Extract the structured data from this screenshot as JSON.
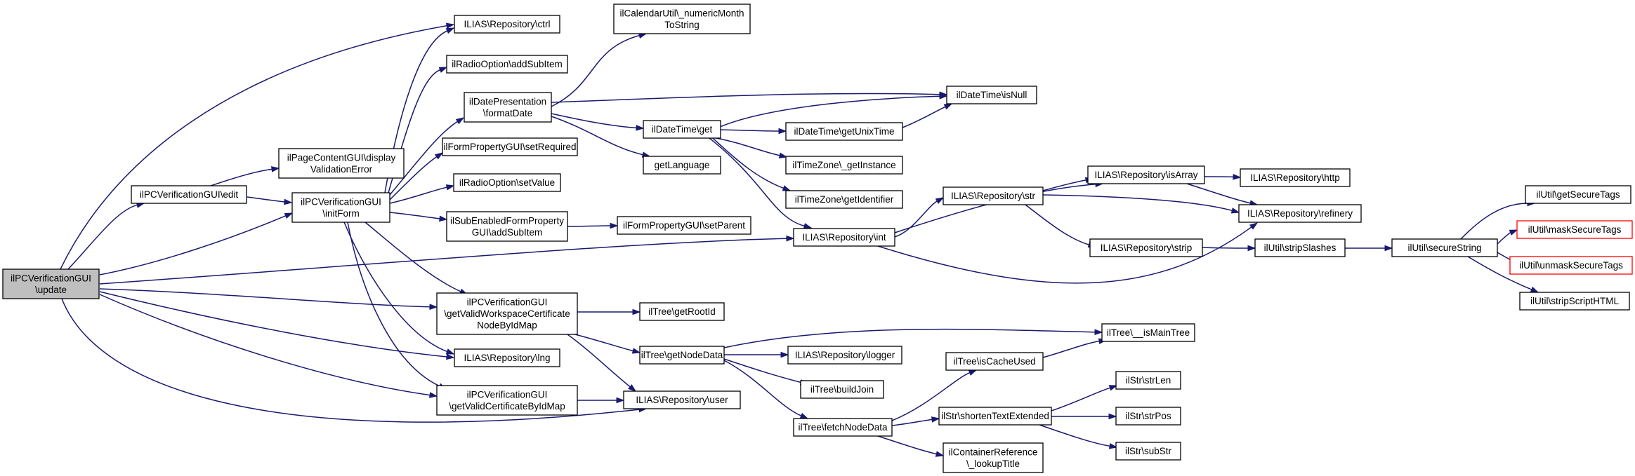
{
  "diagram": {
    "type": "call-graph",
    "edge_color": "#191970",
    "root_fill": "#bfbfbf",
    "missing_border": "#ff0000",
    "nodes": [
      {
        "id": "update",
        "lines": [
          "ilPCVerificationGUI",
          "\\update"
        ],
        "style": "root"
      },
      {
        "id": "edit",
        "lines": [
          "ilPCVerificationGUI\\edit"
        ]
      },
      {
        "id": "initForm",
        "lines": [
          "ilPCVerificationGUI",
          "\\initForm"
        ]
      },
      {
        "id": "displayValidationError",
        "lines": [
          "ilPageContentGUI\\display",
          "ValidationError"
        ]
      },
      {
        "id": "ctrl",
        "lines": [
          "ILIAS\\Repository\\ctrl"
        ]
      },
      {
        "id": "radioAddSubItem",
        "lines": [
          "ilRadioOption\\addSubItem"
        ]
      },
      {
        "id": "formatDate",
        "lines": [
          "ilDatePresentation",
          "\\formatDate"
        ]
      },
      {
        "id": "setRequired",
        "lines": [
          "ilFormPropertyGUI\\setRequired"
        ]
      },
      {
        "id": "setValue",
        "lines": [
          "ilRadioOption\\setValue"
        ]
      },
      {
        "id": "subEnabledAddSubItem",
        "lines": [
          "ilSubEnabledFormProperty",
          "GUI\\addSubItem"
        ]
      },
      {
        "id": "getValidWorkspace",
        "lines": [
          "ilPCVerificationGUI",
          "\\getValidWorkspaceCertificate",
          "NodeByIdMap"
        ]
      },
      {
        "id": "lng",
        "lines": [
          "ILIAS\\Repository\\lng"
        ]
      },
      {
        "id": "getValidCertificate",
        "lines": [
          "ilPCVerificationGUI",
          "\\getValidCertificateByIdMap"
        ]
      },
      {
        "id": "numericMonth",
        "lines": [
          "ilCalendarUtil\\_numericMonth",
          "ToString"
        ]
      },
      {
        "id": "dtGet",
        "lines": [
          "ilDateTime\\get"
        ]
      },
      {
        "id": "getLanguage",
        "lines": [
          "getLanguage"
        ]
      },
      {
        "id": "setParent",
        "lines": [
          "ilFormPropertyGUI\\setParent"
        ]
      },
      {
        "id": "getRootId",
        "lines": [
          "ilTree\\getRootId"
        ]
      },
      {
        "id": "getNodeData",
        "lines": [
          "ilTree\\getNodeData"
        ]
      },
      {
        "id": "user",
        "lines": [
          "ILIAS\\Repository\\user"
        ]
      },
      {
        "id": "isNull",
        "lines": [
          "ilDateTime\\isNull"
        ]
      },
      {
        "id": "getUnixTime",
        "lines": [
          "ilDateTime\\getUnixTime"
        ]
      },
      {
        "id": "getInstance",
        "lines": [
          "ilTimeZone\\_getInstance"
        ]
      },
      {
        "id": "getIdentifier",
        "lines": [
          "ilTimeZone\\getIdentifier"
        ]
      },
      {
        "id": "int",
        "lines": [
          "ILIAS\\Repository\\int"
        ]
      },
      {
        "id": "logger",
        "lines": [
          "ILIAS\\Repository\\logger"
        ]
      },
      {
        "id": "buildJoin",
        "lines": [
          "ilTree\\buildJoin"
        ]
      },
      {
        "id": "fetchNodeData",
        "lines": [
          "ilTree\\fetchNodeData"
        ]
      },
      {
        "id": "isArray",
        "lines": [
          "ILIAS\\Repository\\isArray"
        ]
      },
      {
        "id": "str",
        "lines": [
          "ILIAS\\Repository\\str"
        ]
      },
      {
        "id": "strip",
        "lines": [
          "ILIAS\\Repository\\strip"
        ]
      },
      {
        "id": "isCacheUsed",
        "lines": [
          "ilTree\\isCacheUsed"
        ]
      },
      {
        "id": "shortenText",
        "lines": [
          "ilStr\\shortenTextExtended"
        ]
      },
      {
        "id": "lookupTitle",
        "lines": [
          "ilContainerReference",
          "\\_lookupTitle"
        ]
      },
      {
        "id": "http",
        "lines": [
          "ILIAS\\Repository\\http"
        ]
      },
      {
        "id": "refinery",
        "lines": [
          "ILIAS\\Repository\\refinery"
        ]
      },
      {
        "id": "stripSlashes",
        "lines": [
          "ilUtil\\stripSlashes"
        ]
      },
      {
        "id": "isMainTree",
        "lines": [
          "ilTree\\__isMainTree"
        ]
      },
      {
        "id": "strLen",
        "lines": [
          "ilStr\\strLen"
        ]
      },
      {
        "id": "strPos",
        "lines": [
          "ilStr\\strPos"
        ]
      },
      {
        "id": "subStr",
        "lines": [
          "ilStr\\subStr"
        ]
      },
      {
        "id": "secureString",
        "lines": [
          "ilUtil\\secureString"
        ]
      },
      {
        "id": "getSecureTags",
        "lines": [
          "ilUtil\\getSecureTags"
        ]
      },
      {
        "id": "maskSecureTags",
        "lines": [
          "ilUtil\\maskSecureTags"
        ],
        "style": "missing"
      },
      {
        "id": "unmaskSecureTags",
        "lines": [
          "ilUtil\\unmaskSecureTags"
        ],
        "style": "missing"
      },
      {
        "id": "stripScriptHTML",
        "lines": [
          "ilUtil\\stripScriptHTML"
        ]
      }
    ],
    "edges": [
      [
        "update",
        "edit"
      ],
      [
        "update",
        "initForm"
      ],
      [
        "update",
        "ctrl"
      ],
      [
        "update",
        "int"
      ],
      [
        "update",
        "getValidWorkspace"
      ],
      [
        "update",
        "lng"
      ],
      [
        "update",
        "getValidCertificate"
      ],
      [
        "update",
        "user"
      ],
      [
        "edit",
        "initForm"
      ],
      [
        "edit",
        "displayValidationError"
      ],
      [
        "initForm",
        "ctrl"
      ],
      [
        "initForm",
        "radioAddSubItem"
      ],
      [
        "initForm",
        "formatDate"
      ],
      [
        "initForm",
        "setRequired"
      ],
      [
        "initForm",
        "setValue"
      ],
      [
        "initForm",
        "subEnabledAddSubItem"
      ],
      [
        "initForm",
        "getValidWorkspace"
      ],
      [
        "initForm",
        "lng"
      ],
      [
        "initForm",
        "getValidCertificate"
      ],
      [
        "formatDate",
        "numericMonth"
      ],
      [
        "formatDate",
        "isNull"
      ],
      [
        "formatDate",
        "dtGet"
      ],
      [
        "formatDate",
        "getLanguage"
      ],
      [
        "dtGet",
        "isNull"
      ],
      [
        "dtGet",
        "getUnixTime"
      ],
      [
        "dtGet",
        "getInstance"
      ],
      [
        "dtGet",
        "getIdentifier"
      ],
      [
        "dtGet",
        "int"
      ],
      [
        "getUnixTime",
        "isNull"
      ],
      [
        "subEnabledAddSubItem",
        "setParent"
      ],
      [
        "getValidWorkspace",
        "getRootId"
      ],
      [
        "getValidWorkspace",
        "getNodeData"
      ],
      [
        "getValidWorkspace",
        "user"
      ],
      [
        "getValidCertificate",
        "user"
      ],
      [
        "getNodeData",
        "isMainTree"
      ],
      [
        "getNodeData",
        "logger"
      ],
      [
        "getNodeData",
        "buildJoin"
      ],
      [
        "getNodeData",
        "fetchNodeData"
      ],
      [
        "int",
        "isArray"
      ],
      [
        "int",
        "str"
      ],
      [
        "int",
        "refinery"
      ],
      [
        "str",
        "isArray"
      ],
      [
        "str",
        "refinery"
      ],
      [
        "str",
        "strip"
      ],
      [
        "isArray",
        "http"
      ],
      [
        "isArray",
        "refinery"
      ],
      [
        "strip",
        "stripSlashes"
      ],
      [
        "stripSlashes",
        "secureString"
      ],
      [
        "secureString",
        "getSecureTags"
      ],
      [
        "secureString",
        "maskSecureTags"
      ],
      [
        "secureString",
        "unmaskSecureTags"
      ],
      [
        "secureString",
        "stripScriptHTML"
      ],
      [
        "fetchNodeData",
        "isCacheUsed"
      ],
      [
        "fetchNodeData",
        "shortenText"
      ],
      [
        "fetchNodeData",
        "lookupTitle"
      ],
      [
        "isCacheUsed",
        "isMainTree"
      ],
      [
        "shortenText",
        "strLen"
      ],
      [
        "shortenText",
        "strPos"
      ],
      [
        "shortenText",
        "subStr"
      ]
    ]
  }
}
